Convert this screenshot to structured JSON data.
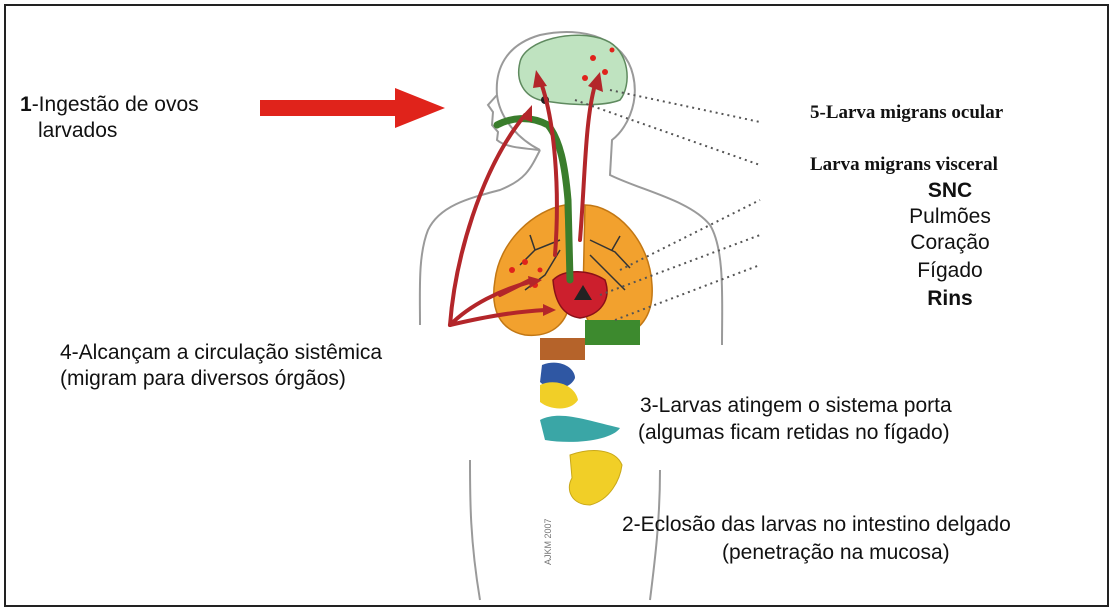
{
  "colors": {
    "arrow_red": "#e0231b",
    "vessel_red": "#b3262a",
    "esophagus_green": "#3a7d2c",
    "brain_green": "#bfe3c0",
    "lung_orange": "#f2a12e",
    "heart_red": "#cc1f2d",
    "body_outline": "#9a9a9a"
  },
  "labels": {
    "step1_num": "1",
    "step1_line1": "-Ingestão de ovos",
    "step1_line2": "larvados",
    "step5": "5-Larva migrans ocular",
    "visceral_title": "Larva migrans visceral",
    "organ_1": "SNC",
    "organ_2": "Pulmões",
    "organ_3": "Coração",
    "organ_4": "Fígado",
    "organ_5": "Rins",
    "step4_line1": "4-Alcançam a circulação sistêmica",
    "step4_line2": "(migram para diversos órgãos)",
    "step3_line1": "3-Larvas atingem o sistema porta",
    "step3_line2": "(algumas ficam retidas no fígado)",
    "step2_line1": "2-Eclosão das larvas no intestino delgado",
    "step2_line2": "(penetração na mucosa)",
    "watermark": "AJKM 2007"
  }
}
